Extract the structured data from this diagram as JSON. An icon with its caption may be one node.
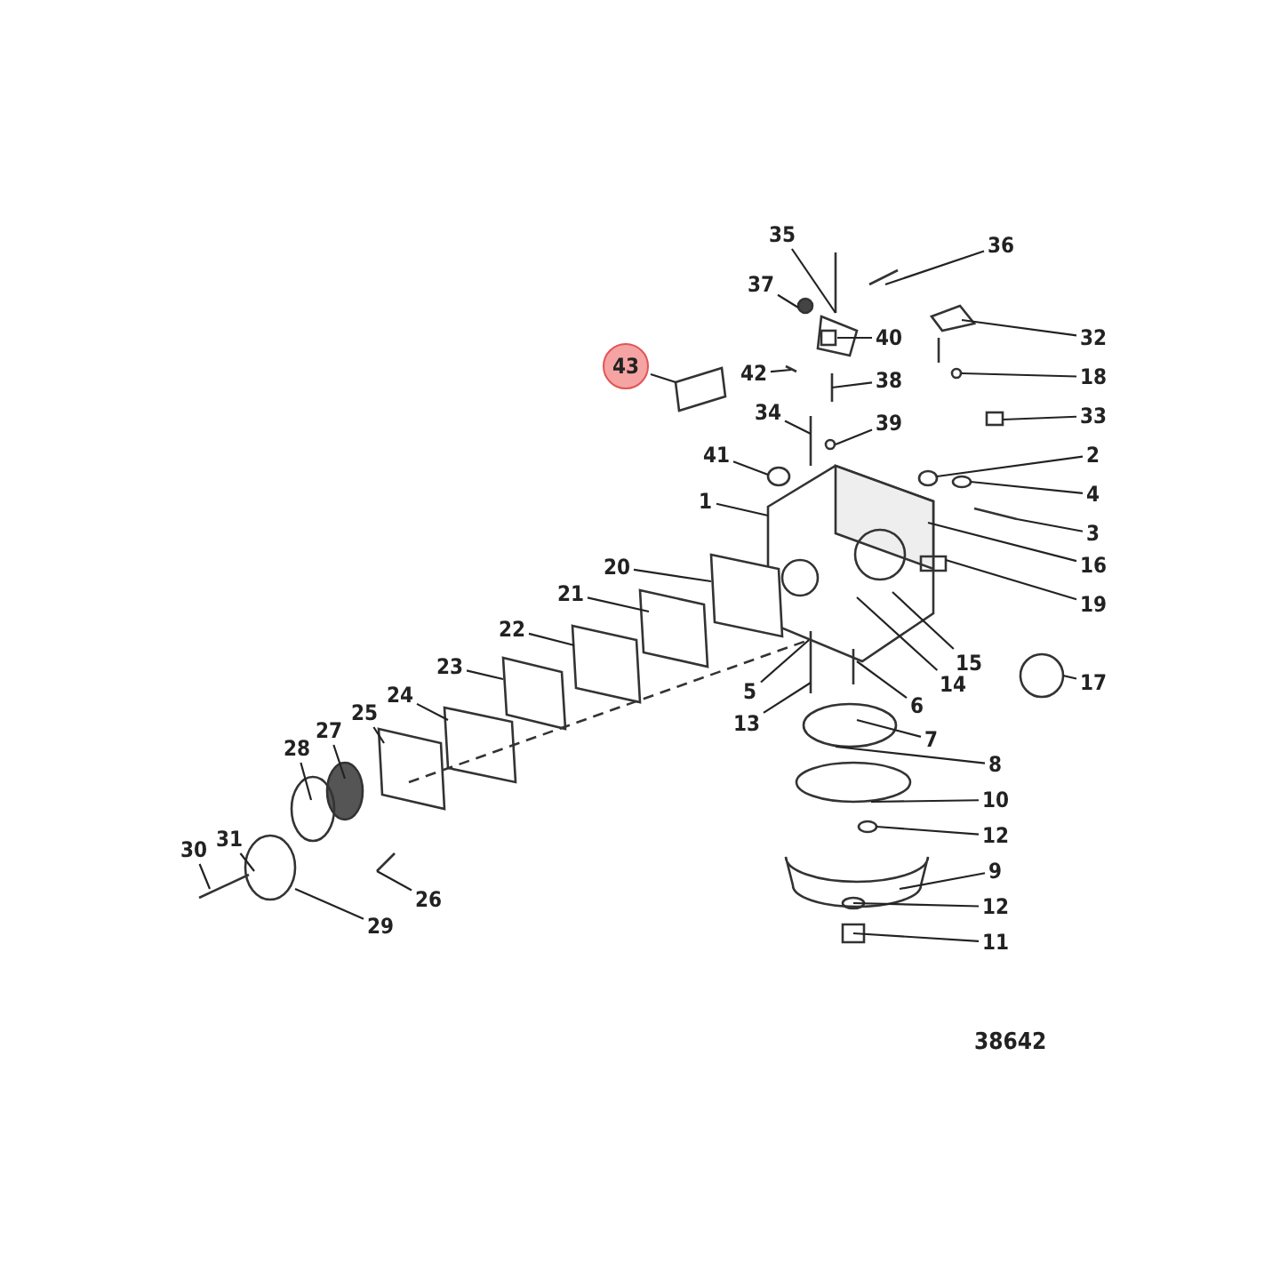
{
  "diagram": {
    "nodes": [
      {
        "text": [
          "35"
        ]
      },
      {
        "text": [
          "36"
        ]
      },
      {
        "text": [
          "37"
        ]
      },
      {
        "text": [
          "32"
        ]
      },
      {
        "text": [
          "40"
        ]
      },
      {
        "text": [
          "42"
        ]
      },
      {
        "text": [
          "18"
        ]
      },
      {
        "text": [
          "38"
        ]
      },
      {
        "text": [
          "33"
        ]
      },
      {
        "text": [
          "34"
        ]
      },
      {
        "text": [
          "43"
        ]
      },
      {
        "text": [
          "39"
        ]
      },
      {
        "text": [
          "2"
        ]
      },
      {
        "text": [
          "4"
        ]
      },
      {
        "text": [
          "41"
        ]
      },
      {
        "text": [
          "3"
        ]
      },
      {
        "text": [
          "1"
        ]
      },
      {
        "text": [
          "16"
        ]
      },
      {
        "text": [
          "19"
        ]
      },
      {
        "text": [
          "17"
        ]
      },
      {
        "text": [
          "20"
        ]
      },
      {
        "text": [
          "21"
        ]
      },
      {
        "text": [
          "22"
        ]
      },
      {
        "text": [
          "15"
        ]
      },
      {
        "text": [
          "23"
        ]
      },
      {
        "text": [
          "14"
        ]
      },
      {
        "text": [
          "5"
        ]
      },
      {
        "text": [
          "6"
        ]
      },
      {
        "text": [
          "24"
        ]
      },
      {
        "text": [
          "13"
        ]
      },
      {
        "text": [
          "25"
        ]
      },
      {
        "text": [
          "27"
        ]
      },
      {
        "text": [
          "7"
        ]
      },
      {
        "text": [
          "28"
        ]
      },
      {
        "text": [
          "8"
        ]
      },
      {
        "text": [
          "10"
        ]
      },
      {
        "text": [
          "12"
        ]
      },
      {
        "text": [
          "31"
        ]
      },
      {
        "text": [
          "30"
        ]
      },
      {
        "text": [
          "9"
        ]
      },
      {
        "text": [
          "26"
        ]
      },
      {
        "text": [
          "12"
        ]
      },
      {
        "text": [
          "29"
        ]
      },
      {
        "text": [
          "11"
        ]
      }
    ],
    "edges": [
      {
        "from": 0,
        "to": null,
        "arrow": "none"
      },
      {
        "from": 1,
        "to": null,
        "arrow": "none"
      },
      {
        "from": 2,
        "to": null,
        "arrow": "none"
      },
      {
        "from": 3,
        "to": null,
        "arrow": "none"
      },
      {
        "from": 4,
        "to": null,
        "arrow": "none"
      },
      {
        "from": 5,
        "to": null,
        "arrow": "none"
      },
      {
        "from": 6,
        "to": null,
        "arrow": "none"
      },
      {
        "from": 7,
        "to": null,
        "arrow": "none"
      },
      {
        "from": 8,
        "to": null,
        "arrow": "none"
      },
      {
        "from": 9,
        "to": null,
        "arrow": "none"
      },
      {
        "from": 10,
        "to": null,
        "arrow": "none"
      },
      {
        "from": 11,
        "to": null,
        "arrow": "none"
      },
      {
        "from": 12,
        "to": null,
        "arrow": "none"
      },
      {
        "from": 13,
        "to": null,
        "arrow": "none"
      },
      {
        "from": 14,
        "to": null,
        "arrow": "none"
      },
      {
        "from": 15,
        "to": null,
        "arrow": "none"
      },
      {
        "from": 16,
        "to": null,
        "arrow": "none"
      },
      {
        "from": 17,
        "to": null,
        "arrow": "none"
      },
      {
        "from": 18,
        "to": null,
        "arrow": "none"
      },
      {
        "from": 19,
        "to": null,
        "arrow": "none"
      },
      {
        "from": 20,
        "to": null,
        "arrow": "none"
      },
      {
        "from": 21,
        "to": null,
        "arrow": "none"
      },
      {
        "from": 22,
        "to": null,
        "arrow": "none"
      },
      {
        "from": 23,
        "to": null,
        "arrow": "none"
      },
      {
        "from": 24,
        "to": null,
        "arrow": "none"
      },
      {
        "from": 25,
        "to": null,
        "arrow": "none"
      },
      {
        "from": 26,
        "to": null,
        "arrow": "none"
      },
      {
        "from": 27,
        "to": null,
        "arrow": "none"
      },
      {
        "from": 28,
        "to": null,
        "arrow": "none"
      },
      {
        "from": 29,
        "to": null,
        "arrow": "none"
      },
      {
        "from": 30,
        "to": null,
        "arrow": "none"
      },
      {
        "from": 31,
        "to": null,
        "arrow": "none"
      },
      {
        "from": 32,
        "to": null,
        "arrow": "none"
      },
      {
        "from": 33,
        "to": null,
        "arrow": "none"
      },
      {
        "from": 34,
        "to": null,
        "arrow": "none"
      },
      {
        "from": 35,
        "to": null,
        "arrow": "none"
      },
      {
        "from": 36,
        "to": null,
        "arrow": "none"
      },
      {
        "from": 37,
        "to": null,
        "arrow": "none"
      },
      {
        "from": 38,
        "to": null,
        "arrow": "none"
      },
      {
        "from": 39,
        "to": null,
        "arrow": "none"
      },
      {
        "from": 40,
        "to": null,
        "arrow": "none"
      },
      {
        "from": 41,
        "to": null,
        "arrow": "none"
      },
      {
        "from": 42,
        "to": null,
        "arrow": "none"
      },
      {
        "from": 43,
        "to": null,
        "arrow": "none"
      }
    ],
    "labels": [
      "38642"
    ]
  }
}
